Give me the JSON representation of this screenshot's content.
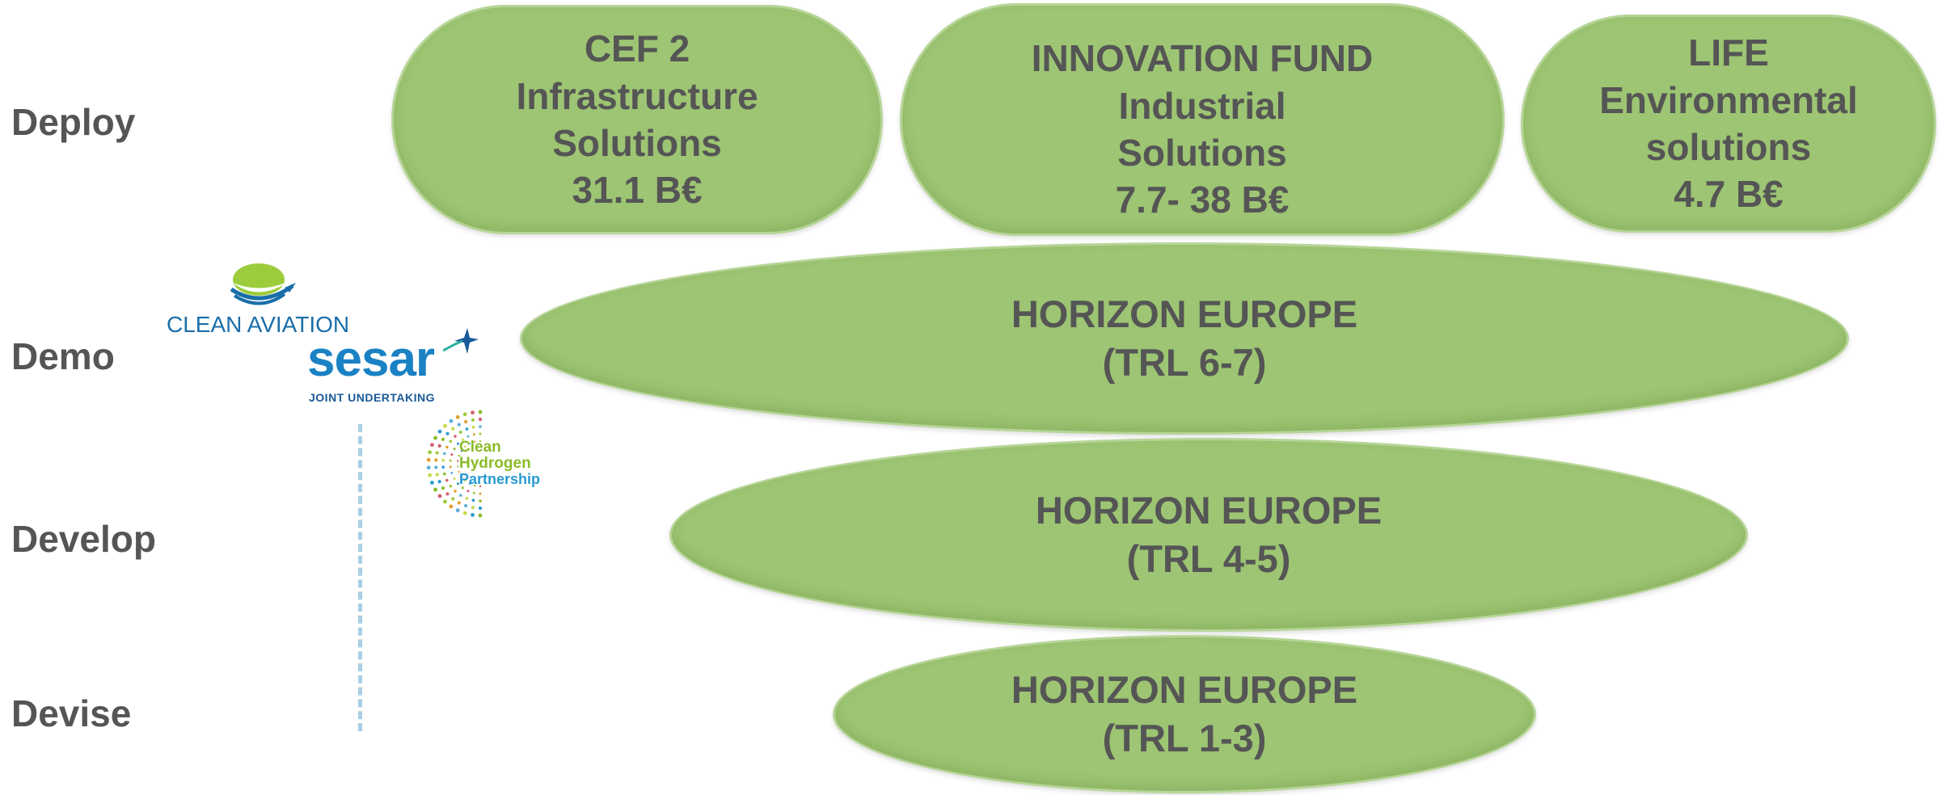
{
  "stages": {
    "deploy": "Deploy",
    "demo": "Demo",
    "develop": "Develop",
    "devise": "Devise"
  },
  "deploy_programmes": {
    "cef": {
      "name": "CEF 2",
      "line1": "Infrastructure",
      "line2": "Solutions",
      "amount": "31.1 B€"
    },
    "innovation_fund": {
      "name": "INNOVATION FUND",
      "line1": "Industrial",
      "line2": "Solutions",
      "amount": "7.7- 38 B€"
    },
    "life": {
      "name": "LIFE",
      "line1": "Environmental",
      "line2": "solutions",
      "amount": "4.7 B€"
    }
  },
  "horizon": {
    "demo": {
      "name": "HORIZON EUROPE",
      "trl": "(TRL 6-7)"
    },
    "develop": {
      "name": "HORIZON EUROPE",
      "trl": "(TRL 4-5)"
    },
    "devise": {
      "name": "HORIZON EUROPE",
      "trl": "(TRL 1-3)"
    }
  },
  "logos": {
    "clean_aviation": "CLEAN AVIATION",
    "sesar": {
      "name": "sesar",
      "subtitle": "JOINT UNDERTAKING"
    },
    "clean_hydrogen": {
      "line1": "Clean",
      "line2": "Hydrogen",
      "line3": "Partnership"
    }
  },
  "colors": {
    "pill_fill": "#9dc573",
    "text": "#555555",
    "sesar_blue": "#1a82c4",
    "clean_aviation_green": "#8bbb2a",
    "clean_aviation_blue": "#1a6ea8",
    "hydrogen_green": "#8bbb2a",
    "hydrogen_blue": "#2a9bd1",
    "dash_line": "#a9cfe6"
  }
}
